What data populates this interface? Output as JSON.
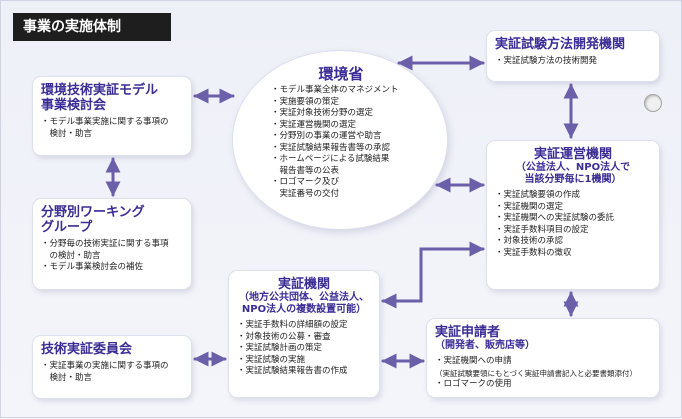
{
  "header": "事業の実施体制",
  "environment_ministry": {
    "title": "環境省",
    "items": [
      "・モデル事業全体のマネジメント",
      "・実施要領の策定",
      "・実証対象技術分野の選定",
      "・実証運営機関の選定",
      "・分野別の事業の運営や助言",
      "・実証試験結果報告書等の承認",
      "・ホームページによる試験結果\n　報告書等の公表",
      "・ロゴマーク及び\n　実証番号の交付"
    ]
  },
  "model_committee": {
    "title": "環境技術実証モデル\n事業検討会",
    "items": [
      "・モデル事業実施に関する事項の\n　検討・助言"
    ]
  },
  "working_group": {
    "title": "分野別ワーキング\nグループ",
    "items": [
      "・分野毎の技術実証に関する事項\n　の検討・助言",
      "・モデル事業検討会の補佐"
    ]
  },
  "verification_committee": {
    "title": "技術実証委員会",
    "items": [
      "・実証事業の実施に関する事項の\n　検討・助言"
    ]
  },
  "test_method_body": {
    "title": "実証試験方法開発機関",
    "items": [
      "・実証試験方法の技術開発"
    ]
  },
  "operating_body": {
    "title": "実証運営機関",
    "subtitle": "（公益法人、NPO法人で\n当該分野毎に1機関）",
    "items": [
      "・実証試験要領の作成",
      "・実証機関の選定",
      "・実証機関への実証試験の委託",
      "・実証手数料項目の設定",
      "・対象技術の承認",
      "・実証手数料の徴収"
    ]
  },
  "verification_body": {
    "title": "実証機関",
    "subtitle": "（地方公共団体、公益法人、\nNPO法人の複数設置可能）",
    "items": [
      "・実証手数料の詳細額の設定",
      "・対象技術の公募・審査",
      "・実証試験計画の策定",
      "・実証試験の実施",
      "・実証試験結果報告書の作成"
    ]
  },
  "applicant": {
    "title": "実証申請者",
    "subtitle": "（開発者、販売店等）",
    "items": [
      "・実証機関への申請"
    ],
    "note": "（実証試験要領にもとづく実証申請書記入と必要書類添付）",
    "items2": [
      "・ロゴマークの使用"
    ]
  },
  "colors": {
    "accent": "#3b2c96",
    "arrow": "#6a5fa8"
  }
}
